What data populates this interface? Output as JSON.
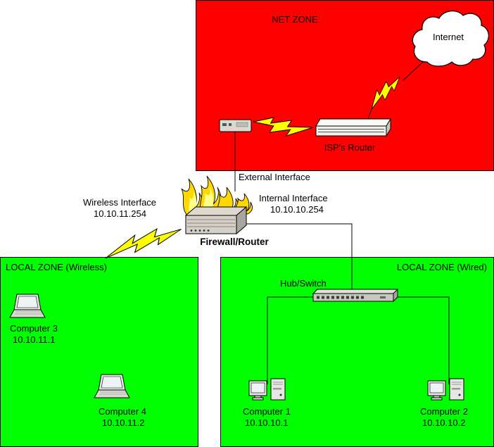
{
  "zones": {
    "net": {
      "label": "NET ZONE"
    },
    "wireless": {
      "label": "LOCAL ZONE (Wireless)"
    },
    "wired": {
      "label": "LOCAL ZONE (Wired)"
    }
  },
  "devices": {
    "internet": {
      "label": "Internet"
    },
    "isp_router": {
      "label": "ISP's Router"
    },
    "firewall": {
      "label": "Firewall/Router"
    },
    "hub": {
      "label": "Hub/Switch"
    },
    "computer1": {
      "label": "Computer 1",
      "ip": "10.10.10.1"
    },
    "computer2": {
      "label": "Computer 2",
      "ip": "10.10.10.2"
    },
    "computer3": {
      "label": "Computer 3",
      "ip": "10.10.11.1"
    },
    "computer4": {
      "label": "Computer 4",
      "ip": "10.10.11.2"
    }
  },
  "interfaces": {
    "external": {
      "label": "External Interface"
    },
    "wireless": {
      "label": "Wireless Interface",
      "ip": "10.10.11.254"
    },
    "internal": {
      "label": "Internal Interface",
      "ip": "10.10.10.254"
    }
  },
  "colors": {
    "net_zone": "#ff0000",
    "local_zone": "#00ff00",
    "bolt": "#ffff00",
    "flame": "#ffd800"
  }
}
